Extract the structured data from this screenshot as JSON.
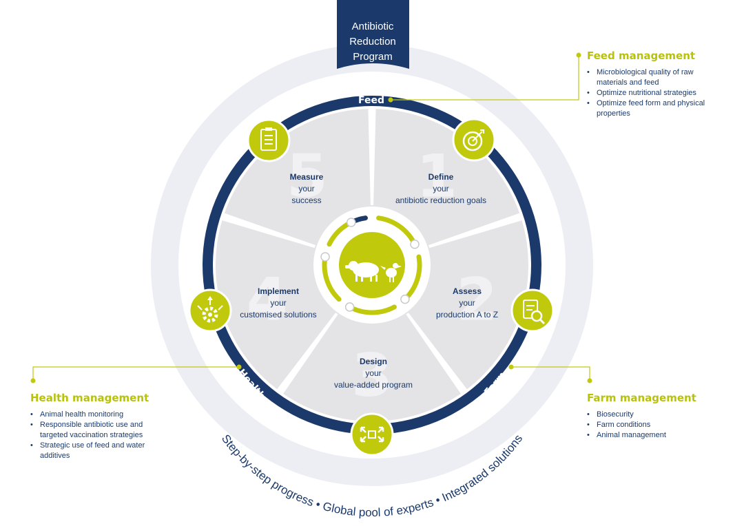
{
  "program_title": "Antibiotic Reduction Program",
  "ring_labels": {
    "feed": "Feed",
    "health": "Health",
    "farm": "Farm"
  },
  "outer_ring_texts": [
    "Step-by-step progress",
    "Global pool of experts",
    "Integrated solutions"
  ],
  "segments": [
    {
      "number": "1",
      "title": "Define",
      "line2": "your",
      "line3": "antibiotic reduction goals"
    },
    {
      "number": "2",
      "title": "Assess",
      "line2": "your",
      "line3": "production A to Z"
    },
    {
      "number": "3",
      "title": "Design",
      "line2": "your",
      "line3": "value-added program"
    },
    {
      "number": "4",
      "title": "Implement",
      "line2": "your",
      "line3": "customised solutions"
    },
    {
      "number": "5",
      "title": "Measure",
      "line2": "your",
      "line3": "success"
    }
  ],
  "feed_management": {
    "title": "Feed management",
    "items": [
      "Microbiological quality of raw materials and feed",
      "Optimize nutritional strategies",
      "Optimize feed form and physical properties"
    ]
  },
  "health_management": {
    "title": "Health management",
    "items": [
      "Animal health monitoring",
      "Responsible antibiotic use and targeted vaccination strategies",
      "Strategic use of feed and water additives"
    ]
  },
  "farm_management": {
    "title": "Farm management",
    "items": [
      "Biosecurity",
      "Farm conditions",
      "Animal management"
    ]
  },
  "icons": [
    "clipboard-checklist-icon",
    "target-icon",
    "document-search-icon",
    "gear-arrows-icon",
    "expand-arrows-icon",
    "pig-chicken-icon"
  ],
  "colors": {
    "navy": "#1b3a6b",
    "lime": "#c1c90d",
    "segment_gray": "#e4e4e6",
    "outer_ring": "#eceef3"
  }
}
